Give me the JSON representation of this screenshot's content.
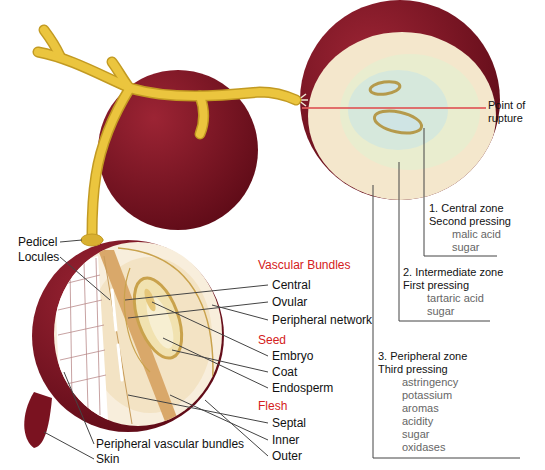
{
  "diagram": {
    "labels": [
      "Point of rupture",
      "1. Central zone",
      "Second pressing",
      "malic acid",
      "sugar",
      "2. Intermediate zone",
      "First pressing",
      "tartaric acid",
      "sugar",
      "3. Peripheral zone",
      "Third pressing",
      "astringency",
      "potassium",
      "aromas",
      "acidity",
      "sugar",
      "oxidases",
      "Pedicel",
      "Locules",
      "Vascular Bundles",
      "Central",
      "Ovular",
      "Peripheral network",
      "Seed",
      "Embryo",
      "Coat",
      "Endosperm",
      "Flesh",
      "Septal",
      "Inner",
      "Outer",
      "Peripheral vascular bundles",
      "Skin"
    ]
  }
}
